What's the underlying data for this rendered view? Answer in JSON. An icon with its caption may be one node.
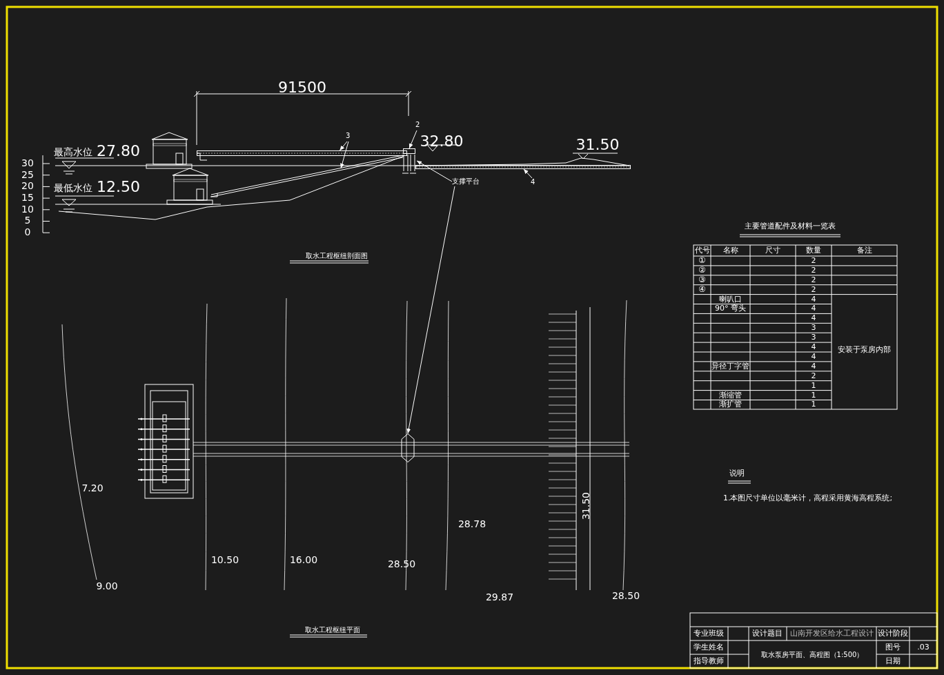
{
  "diagram": {
    "nodes": [
      {
        "text": [
          "3"
        ]
      },
      {
        "text": [],
        "shape": "bar"
      },
      {
        "text": [],
        "shape": "bar"
      },
      {
        "text": [
          "2"
        ]
      },
      {
        "text": [],
        "shape": "box"
      },
      {
        "text": [
          "支撑平台"
        ]
      },
      {
        "text": [],
        "shape": "box"
      },
      {
        "text": [],
        "shape": "hexagon"
      },
      {
        "text": [
          "4"
        ]
      },
      {
        "text": [],
        "shape": "bar"
      }
    ],
    "edges": [
      {
        "from": 0,
        "to": 1,
        "arrow": "to"
      },
      {
        "from": 0,
        "to": 2,
        "arrow": "to"
      },
      {
        "from": 3,
        "to": 4,
        "arrow": "to"
      },
      {
        "from": 5,
        "to": 6,
        "arrow": "to"
      },
      {
        "from": 5,
        "to": 7,
        "arrow": "to"
      },
      {
        "from": 8,
        "to": 9,
        "arrow": "to"
      }
    ],
    "labels": [
      "最高水位",
      "27.80",
      "最低水位",
      "12.50",
      "30",
      "25",
      "20",
      "15",
      "10",
      "5",
      "0",
      "91500",
      "32.80",
      "31.50",
      "取水工程枢纽剖面图",
      "7.20",
      "9.00",
      "10.50",
      "16.00",
      "28.78",
      "28.50",
      "29.87",
      "28.50",
      "31.50",
      "取水工程枢纽平面",
      "主要管道配件及材料一览表",
      "代号",
      "名称",
      "尺寸",
      "数量",
      "备注",
      "①",
      "2",
      "②",
      "2",
      "③",
      "2",
      "④",
      "2",
      "喇叭口",
      "4",
      "安装于泵房内部",
      "90° 弯头",
      "4",
      "4",
      "3",
      "3",
      "4",
      "4",
      "异径丁字管",
      "4",
      "2",
      "1",
      "渐缩管",
      "1",
      "渐扩管",
      "1",
      "说明",
      "1.本图尺寸单位以毫米计，高程采用黄海高程系统;",
      "专业班级",
      "设计题目",
      "山南开发区给水工程设计",
      "设计阶段",
      "学生姓名",
      "取水泵房平面、高程图（1:500）",
      "图号",
      ".03",
      "指导教师",
      "日期"
    ]
  }
}
